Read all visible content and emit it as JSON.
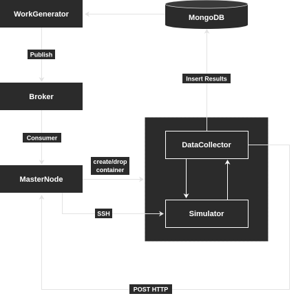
{
  "diagram": {
    "nodes": {
      "work_generator": "WorkGenerator",
      "broker": "Broker",
      "master_node": "MasterNode",
      "mongodb": "MongoDB",
      "data_collector": "DataCollector",
      "simulator": "Simulator"
    },
    "edges": {
      "publish": "Publish",
      "consumer": "Consumer",
      "create_drop_line1": "create/drop",
      "create_drop_line2": "container",
      "ssh": "SSH",
      "insert_results": "Insert Results",
      "post_http": "POST HTTP"
    }
  }
}
